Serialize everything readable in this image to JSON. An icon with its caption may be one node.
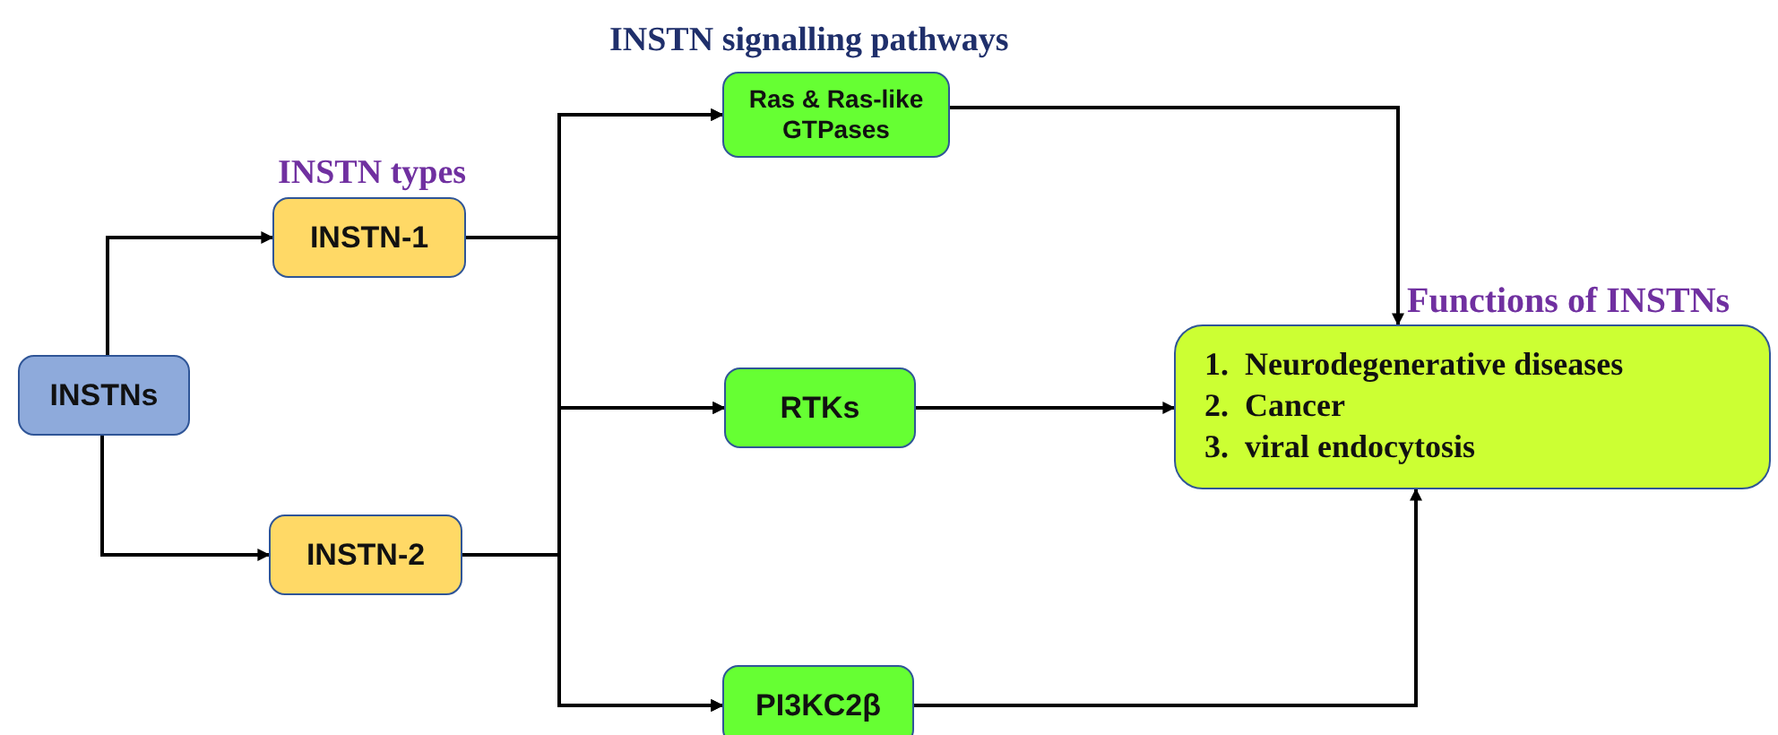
{
  "diagram": {
    "nodes": [
      {
        "text": [
          "INSTNs"
        ]
      },
      {
        "text": [
          "INSTN-1"
        ]
      },
      {
        "text": [
          "INSTN-2"
        ]
      },
      {
        "text": [
          "Ras & Ras-like GTPases"
        ]
      },
      {
        "text": [
          "RTKs"
        ]
      },
      {
        "text": [
          "PI3KC2β"
        ]
      },
      {
        "text": [
          "Functions of INSTNs",
          "1.  Neurodegenerative diseases",
          "2.  Cancer",
          "3.  viral endocytosis"
        ]
      }
    ],
    "edges": [
      {
        "from": 0,
        "to": 1,
        "arrow": "to"
      },
      {
        "from": 0,
        "to": 2,
        "arrow": "to"
      },
      {
        "from": 1,
        "to": 3,
        "arrow": "to"
      },
      {
        "from": 1,
        "to": 4,
        "arrow": "to"
      },
      {
        "from": 1,
        "to": 5,
        "arrow": "to"
      },
      {
        "from": 2,
        "to": 3,
        "arrow": "to"
      },
      {
        "from": 2,
        "to": 4,
        "arrow": "to"
      },
      {
        "from": 2,
        "to": 5,
        "arrow": "to"
      },
      {
        "from": 3,
        "to": 6,
        "arrow": "to"
      },
      {
        "from": 4,
        "to": 6,
        "arrow": "to"
      },
      {
        "from": 5,
        "to": 6,
        "arrow": "to"
      }
    ],
    "labels": [
      "INSTN signalling pathways",
      "INSTN types"
    ]
  }
}
